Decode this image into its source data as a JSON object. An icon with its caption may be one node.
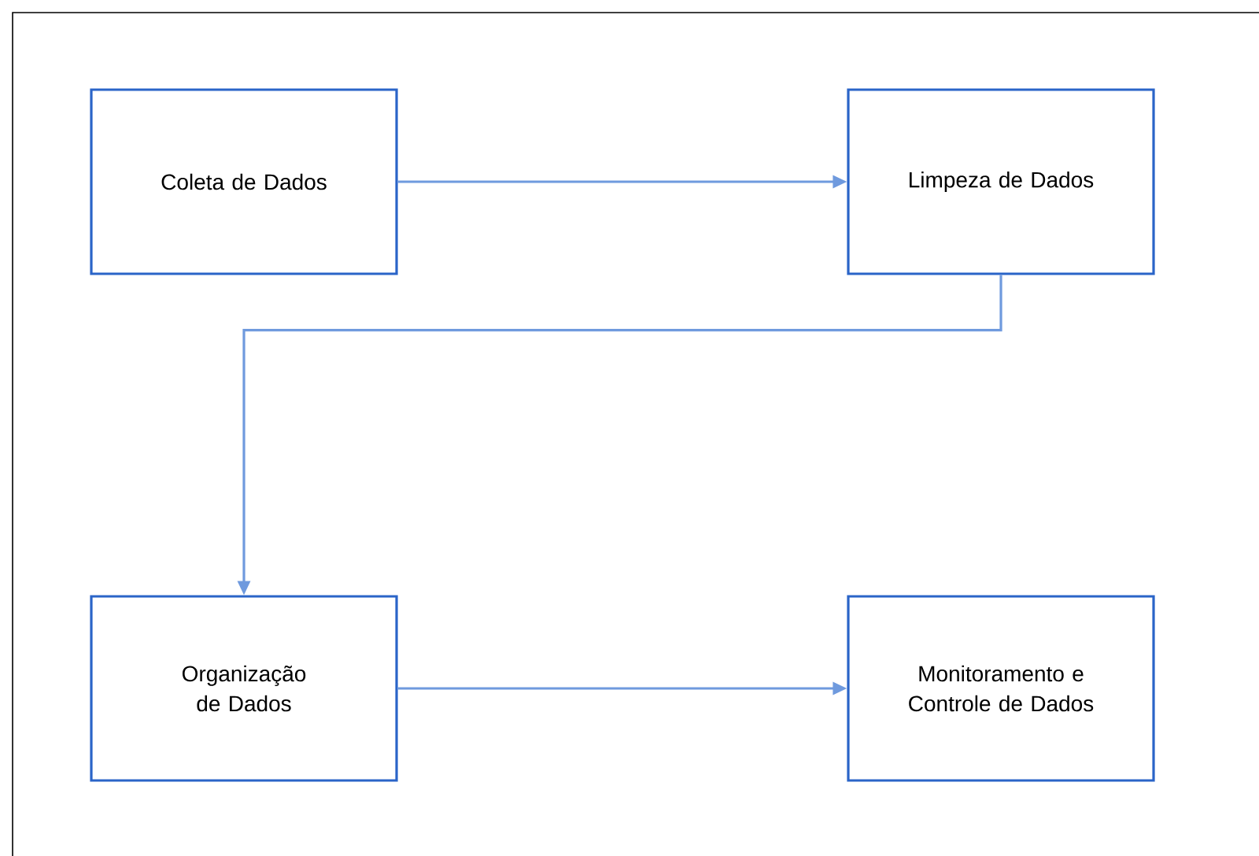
{
  "diagram": {
    "nodes": [
      {
        "text": [
          "Coleta de Dados"
        ]
      },
      {
        "text": [
          "Limpeza de Dados"
        ]
      },
      {
        "text": [
          "Organização de Dados"
        ]
      },
      {
        "text": [
          "Monitoramento e Controle de Dados"
        ]
      }
    ],
    "edges": [
      {
        "from": 0,
        "to": 1,
        "arrow": "to"
      },
      {
        "from": 1,
        "to": 2,
        "arrow": "to"
      },
      {
        "from": 2,
        "to": 3,
        "arrow": "to"
      }
    ]
  }
}
